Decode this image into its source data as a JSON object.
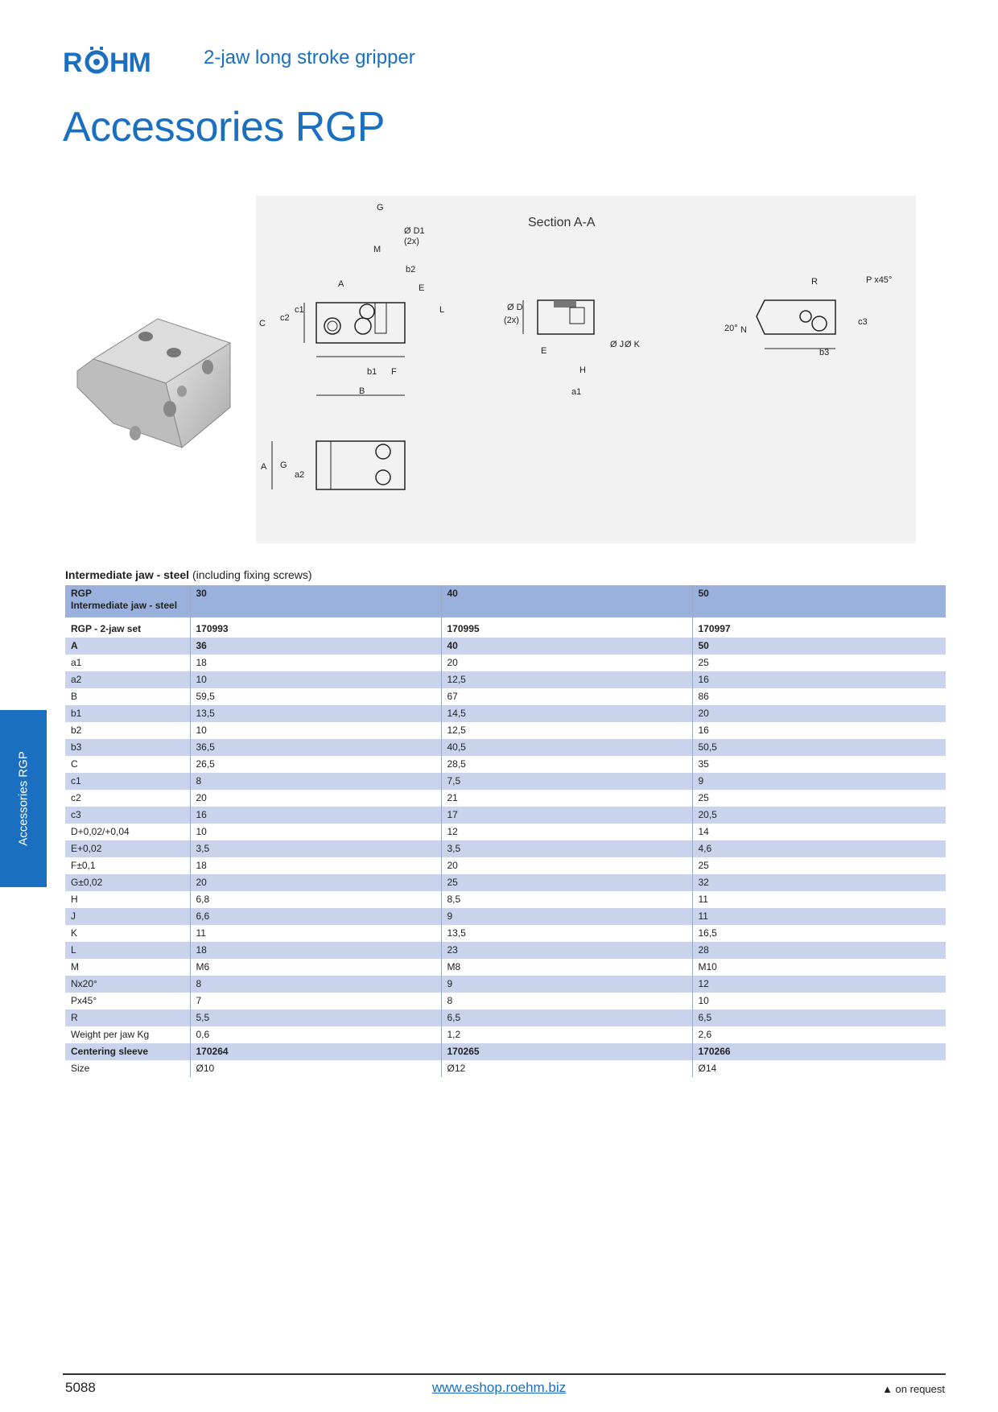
{
  "header": {
    "brand": "RÖHM",
    "subtitle": "2-jaw long stroke gripper",
    "title": "Accessories RGP"
  },
  "drawing": {
    "section_label": "Section A-A",
    "dims": [
      "G",
      "Ø D1",
      "(2x)",
      "M",
      "b2",
      "A",
      "E",
      "L",
      "C",
      "c2",
      "c1",
      "b1",
      "F",
      "B",
      "Ø D",
      "(2x)",
      "E",
      "H",
      "Ø J",
      "Ø K",
      "a1",
      "R",
      "P x45°",
      "20°",
      "N",
      "c3",
      "b3",
      "A",
      "G",
      "a2"
    ]
  },
  "side_tab": "Accessories RGP",
  "table": {
    "caption_bold": "Intermediate jaw - steel",
    "caption_rest": "(including fixing screws)",
    "header": [
      "RGP",
      "Intermediate jaw - steel",
      "30",
      "40",
      "50"
    ],
    "rows": [
      [
        "RGP - 2-jaw set",
        "170993",
        "170995",
        "170997"
      ],
      [
        "A",
        "36",
        "40",
        "50"
      ],
      [
        "a1",
        "18",
        "20",
        "25"
      ],
      [
        "a2",
        "10",
        "12,5",
        "16"
      ],
      [
        "B",
        "59,5",
        "67",
        "86"
      ],
      [
        "b1",
        "13,5",
        "14,5",
        "20"
      ],
      [
        "b2",
        "10",
        "12,5",
        "16"
      ],
      [
        "b3",
        "36,5",
        "40,5",
        "50,5"
      ],
      [
        "C",
        "26,5",
        "28,5",
        "35"
      ],
      [
        "c1",
        "8",
        "7,5",
        "9"
      ],
      [
        "c2",
        "20",
        "21",
        "25"
      ],
      [
        "c3",
        "16",
        "17",
        "20,5"
      ],
      [
        "D+0,02/+0,04",
        "10",
        "12",
        "14"
      ],
      [
        "E+0,02",
        "3,5",
        "3,5",
        "4,6"
      ],
      [
        "F±0,1",
        "18",
        "20",
        "25"
      ],
      [
        "G±0,02",
        "20",
        "25",
        "32"
      ],
      [
        "H",
        "6,8",
        "8,5",
        "11"
      ],
      [
        "J",
        "6,6",
        "9",
        "11"
      ],
      [
        "K",
        "11",
        "13,5",
        "16,5"
      ],
      [
        "L",
        "18",
        "23",
        "28"
      ],
      [
        "M",
        "M6",
        "M8",
        "M10"
      ],
      [
        "Nx20°",
        "8",
        "9",
        "12"
      ],
      [
        "Px45°",
        "7",
        "8",
        "10"
      ],
      [
        "R",
        "5,5",
        "6,5",
        "6,5"
      ],
      [
        "Weight per jaw Kg",
        "0,6",
        "1,2",
        "2,6"
      ],
      [
        "Centering sleeve",
        "170264",
        "170265",
        "170266"
      ],
      [
        "Size",
        "Ø10",
        "Ø12",
        "Ø14"
      ]
    ]
  },
  "footer": {
    "page": "5088",
    "url": "www.eshop.roehm.biz",
    "note": "▲  on request"
  }
}
